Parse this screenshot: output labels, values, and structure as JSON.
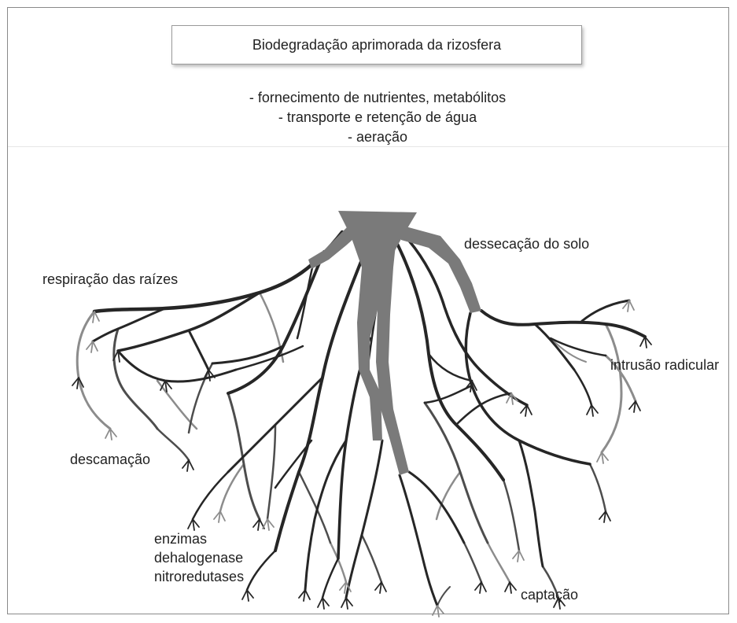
{
  "title": "Biodegradação aprimorada da rizosfera",
  "effects": [
    "- fornecimento de nutrientes, metabólitos",
    "- transporte e retenção de água",
    "- aeração"
  ],
  "labels": {
    "respiration": "respiração das raízes",
    "desiccation": "dessecação do solo",
    "intrusion": "intrusão radicular",
    "desquamation": "descamação",
    "enzymes": [
      "enzimas",
      "dehalogenase",
      "nitroredutases"
    ],
    "uptake": "captação"
  },
  "colors": {
    "taproot": "#7a7a7a",
    "root_dark": "#262626",
    "root_mid": "#4d4d4d",
    "root_light": "#8c8c8c",
    "frame": "#8a8a8a"
  }
}
